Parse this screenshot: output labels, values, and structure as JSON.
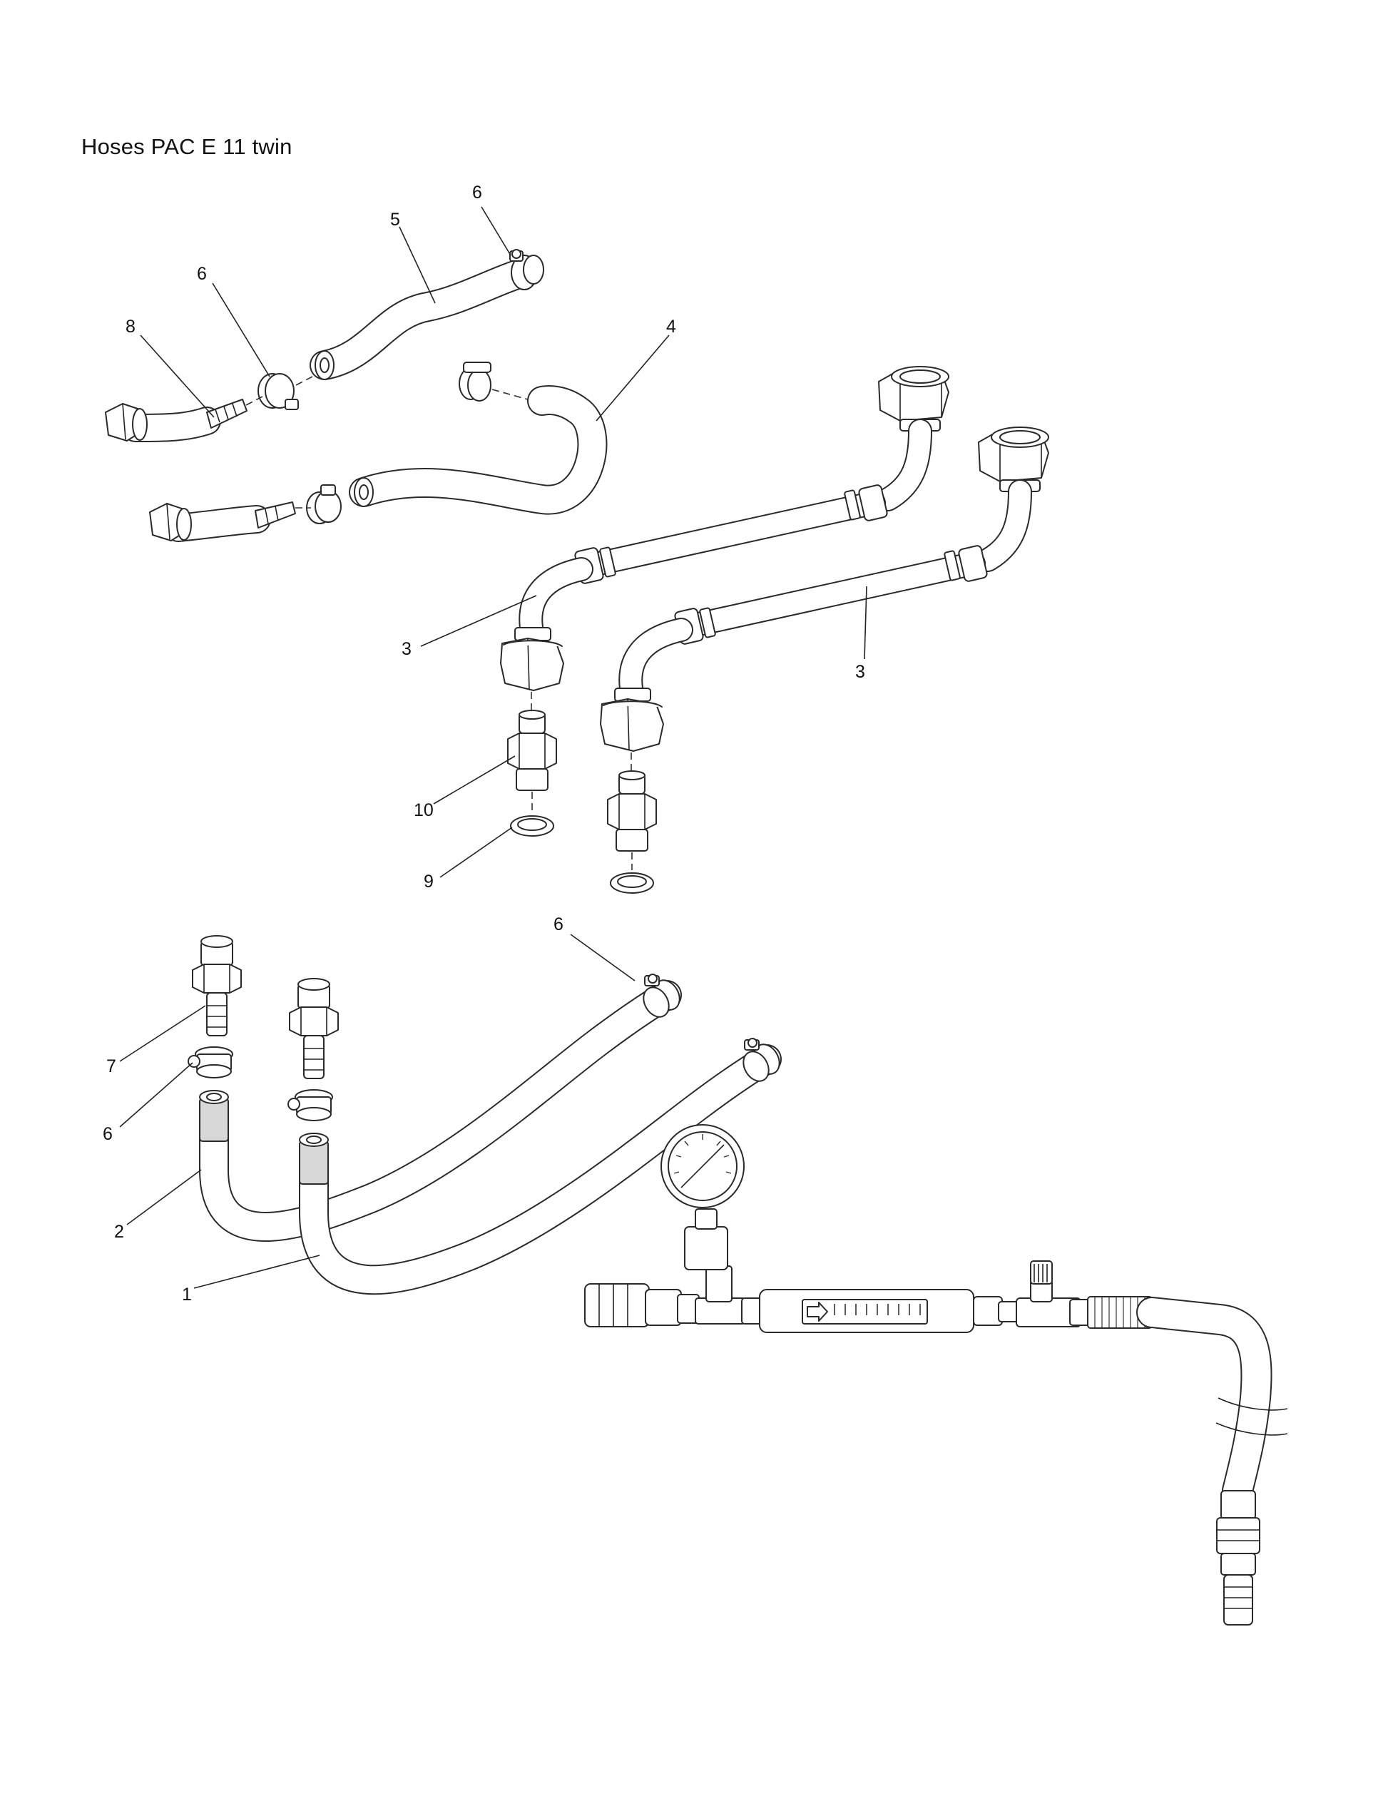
{
  "title": "Hoses PAC E 11 twin",
  "callouts": [
    "6",
    "5",
    "6",
    "8",
    "4",
    "3",
    "3",
    "10",
    "9",
    "6",
    "7",
    "6",
    "2",
    "1"
  ],
  "icons": [
    "gauge-icon",
    "flow-meter-icon"
  ]
}
